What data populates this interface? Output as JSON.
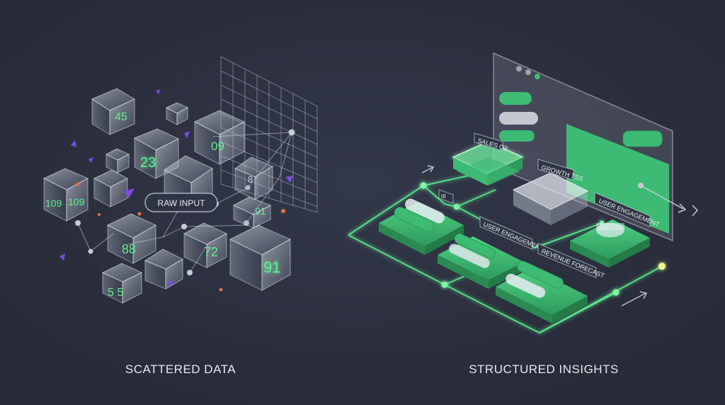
{
  "scene": {
    "left_panel": {
      "caption": "SCATTERED DATA",
      "raw_input_label": "RAW INPUT",
      "cube_numbers": [
        "45",
        "23",
        "09",
        "8",
        "109",
        "109",
        "88",
        "72",
        "91",
        "91",
        "5 5"
      ]
    },
    "right_panel": {
      "caption": "STRUCTURED INSIGHTS",
      "labels": {
        "sales": "SALES Q3",
        "growth": "GROWTH TSS",
        "user_engagement_top": "USER ENGAGEMENT",
        "user_engagement_mid": "USER ENGAGEMENT",
        "revenue_forecast": "REVENUE FORECAST",
        "small_tag": "III"
      }
    },
    "colors": {
      "background": "#2b2f3e",
      "accent_green": "#3dbb74",
      "glow_green": "#5df08f",
      "purple": "#7a4de0",
      "orange": "#e0714a"
    }
  }
}
